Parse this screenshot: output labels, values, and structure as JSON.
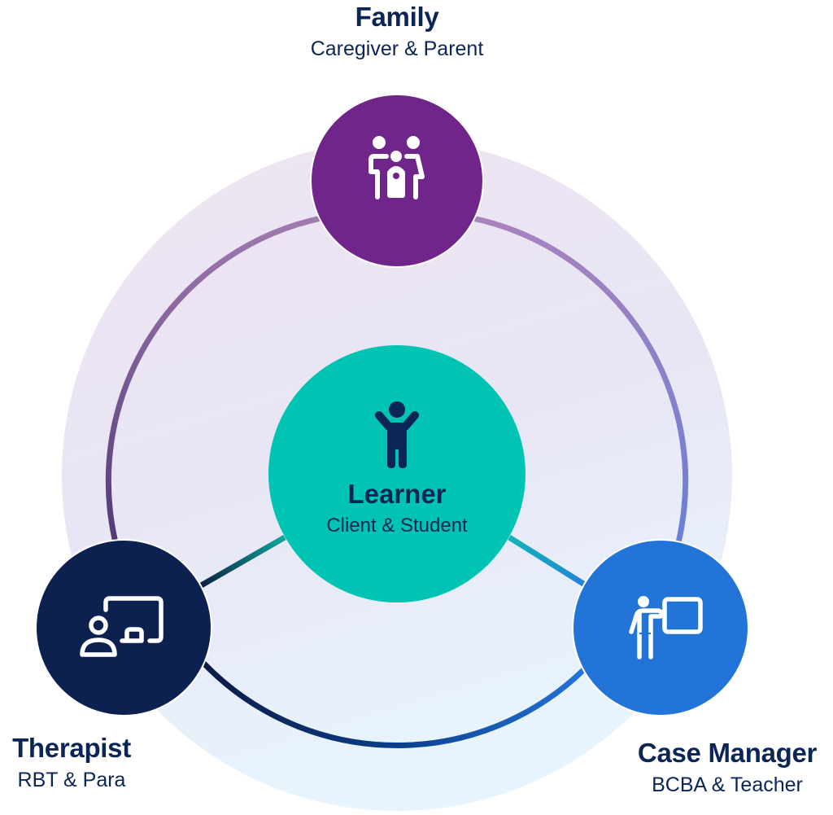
{
  "diagram": {
    "colors": {
      "family": "#6f2589",
      "learner": "#00c4b3",
      "therapist": "#0d2150",
      "case_manager": "#2374d9",
      "text_dark": "#0b2557",
      "outer_bg_top": "#efe4f1",
      "outer_bg_bottom": "#e9f3fc"
    },
    "nodes": {
      "family": {
        "title": "Family",
        "subtitle": "Caregiver & Parent",
        "icon": "family-icon"
      },
      "learner": {
        "title": "Learner",
        "subtitle": "Client & Student",
        "icon": "child-arms-raised-icon"
      },
      "therapist": {
        "title": "Therapist",
        "subtitle": "RBT & Para",
        "icon": "person-at-whiteboard-icon"
      },
      "case_manager": {
        "title": "Case Manager",
        "subtitle": "BCBA & Teacher",
        "icon": "teacher-presenting-icon"
      }
    },
    "connections": [
      {
        "from": "learner",
        "to": "family"
      },
      {
        "from": "learner",
        "to": "therapist"
      },
      {
        "from": "learner",
        "to": "case_manager"
      },
      {
        "from": "family",
        "to": "therapist",
        "type": "ring-arc"
      },
      {
        "from": "family",
        "to": "case_manager",
        "type": "ring-arc"
      },
      {
        "from": "therapist",
        "to": "case_manager",
        "type": "ring-arc"
      }
    ]
  }
}
